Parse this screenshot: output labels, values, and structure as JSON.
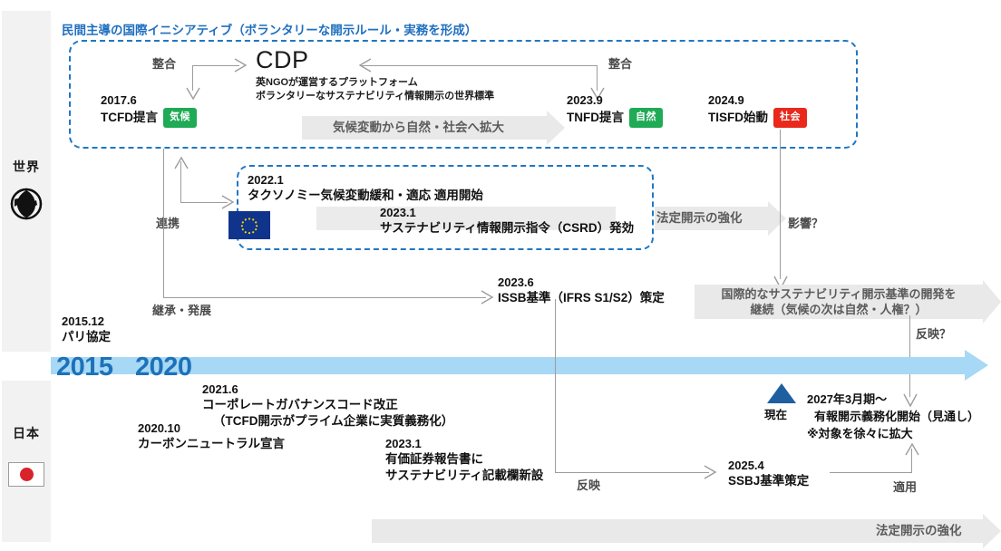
{
  "rail": {
    "world_label": "世界",
    "japan_label": "日本",
    "world_icon": "globe-icon",
    "japan_icon": "japan-flag-icon"
  },
  "timeline": {
    "years": [
      "2015",
      "2020"
    ],
    "arrow_color": "#a7d8f5",
    "year_color": "#1d72b8"
  },
  "panels": {
    "private_initiative_title": "民間主導の国際イニシアティブ（ボランタリーな開示ルール・実務を形成）"
  },
  "cdp": {
    "name": "CDP",
    "desc_line1": "英NGOが運営するプラットフォーム",
    "desc_line2": "ボランタリーなサステナビリティ情報開示の世界標準"
  },
  "events": {
    "tcfd": {
      "date": "2017.6",
      "title": "TCFD提言",
      "badge": "気候",
      "badge_color": "#1faa55"
    },
    "tnfd": {
      "date": "2023.9",
      "title": "TNFD提言",
      "badge": "自然",
      "badge_color": "#1faa55"
    },
    "tisfd": {
      "date": "2024.9",
      "title": "TISFD始動",
      "badge": "社会",
      "badge_color": "#e8291c"
    },
    "taxonomy": {
      "date": "2022.1",
      "title": "タクソノミー気候変動緩和・適応 適用開始"
    },
    "csrd": {
      "date": "2023.1",
      "title": "サステナビリティ情報開示指令（CSRD）発効"
    },
    "issb": {
      "date": "2023.6",
      "title": "ISSB基準（IFRS S1/S2）策定"
    },
    "paris": {
      "date": "2015.12",
      "title": "パリ協定"
    },
    "carbon_neutral": {
      "date": "2020.10",
      "title": "カーボンニュートラル宣言"
    },
    "cg_code": {
      "date": "2021.6",
      "title_line1": "コーポレートガバナンスコード改正",
      "title_line2": "（TCFD開示がプライム企業に実質義務化）"
    },
    "yuho": {
      "date": "2023.1",
      "title_line1": "有価証券報告書に",
      "title_line2": "サステナビリティ記載欄新設"
    },
    "ssbj": {
      "date": "2025.4",
      "title": "SSBJ基準策定"
    }
  },
  "now_marker": {
    "label": "現在",
    "color": "#1f5fa0"
  },
  "forecast": {
    "line1": "2027年3月期～",
    "line2": "有報開示義務化開始（見通し）",
    "line3": "※対象を徐々に拡大"
  },
  "bands": {
    "expand_scope": "気候変動から自然・社会へ拡大",
    "strengthen_eu": "法定開示の強化",
    "strengthen_jp": "法定開示の強化",
    "continue_dev_line1": "国際的なサステナビリティ開示基準の開発を",
    "continue_dev_line2": "継続（気候の次は自然・人権？）"
  },
  "connectors": {
    "align_left": "整合",
    "align_right": "整合",
    "cooperation": "連携",
    "inherit_develop": "継承・発展",
    "influence": "影響？",
    "reflect_q": "反映？",
    "reflect": "反映",
    "apply": "適用"
  }
}
